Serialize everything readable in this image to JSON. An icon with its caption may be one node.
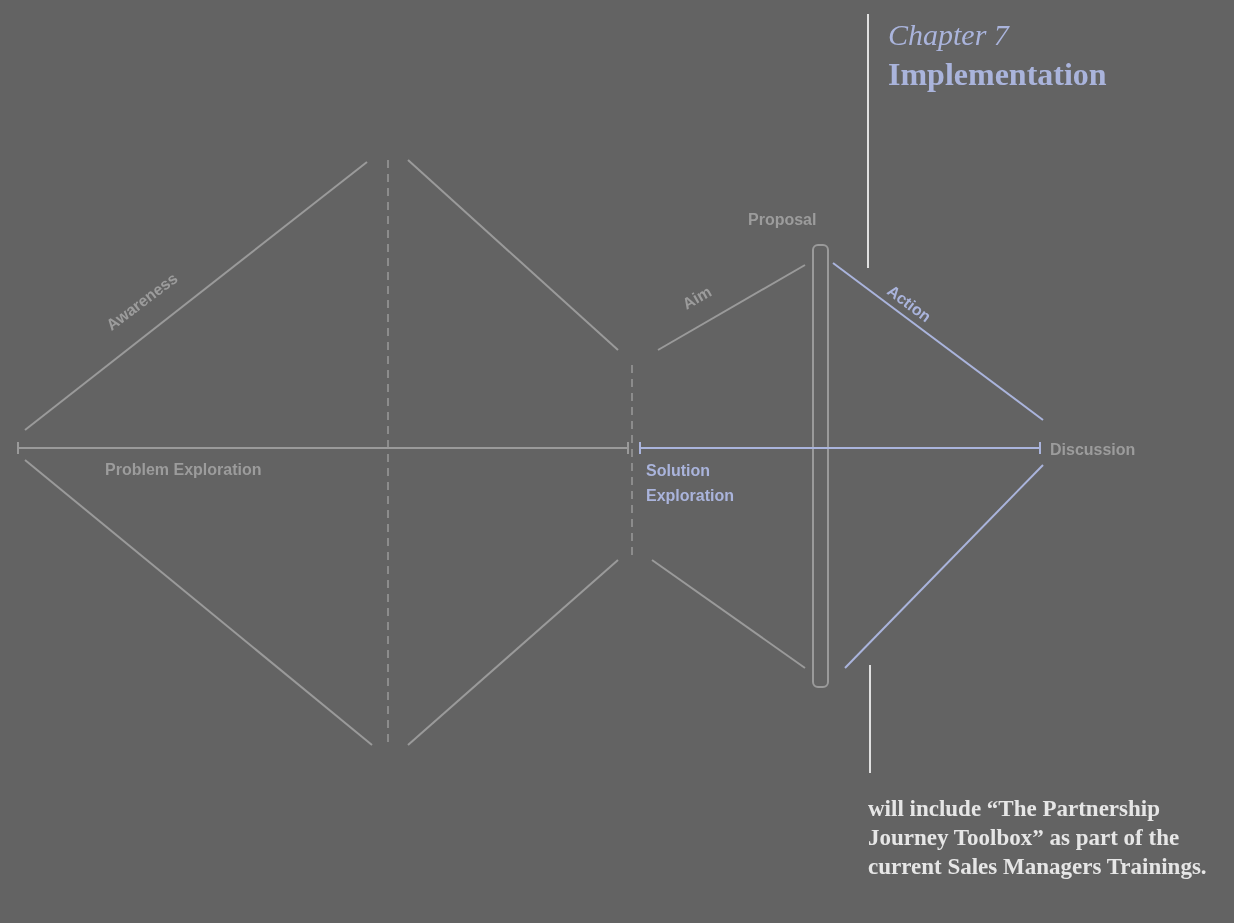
{
  "diagram": {
    "labels": [
      "Chapter 7",
      "Implementation",
      "Proposal",
      "Awareness",
      "Aim",
      "Action",
      "Discussion",
      "Problem Exploration",
      "Solution Exploration",
      "will include “The Partnership Journey Toolbox” as part of the current Sales Managers Trainings."
    ]
  }
}
